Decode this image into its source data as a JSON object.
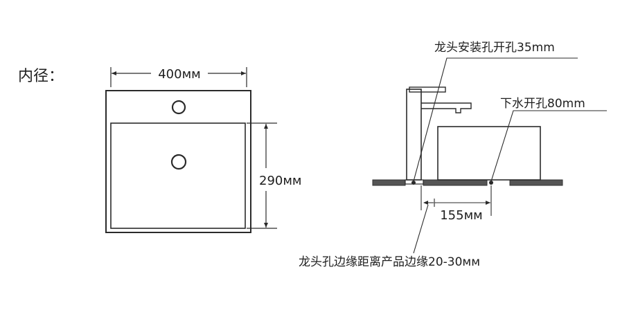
{
  "top_view": {
    "heading": "内径：",
    "width_label": "400мм",
    "depth_label": "290мм"
  },
  "side_view": {
    "faucet_hole_label": "龙头安装孔开孔35mm",
    "drain_hole_label": "下水开孔80mm",
    "spacing_label": "155мм",
    "edge_distance_label": "龙头孔边缘距离产品边缘20-30мм"
  },
  "colors": {
    "line": "#2a2a2a",
    "counter": "#555555",
    "background": "#ffffff"
  }
}
